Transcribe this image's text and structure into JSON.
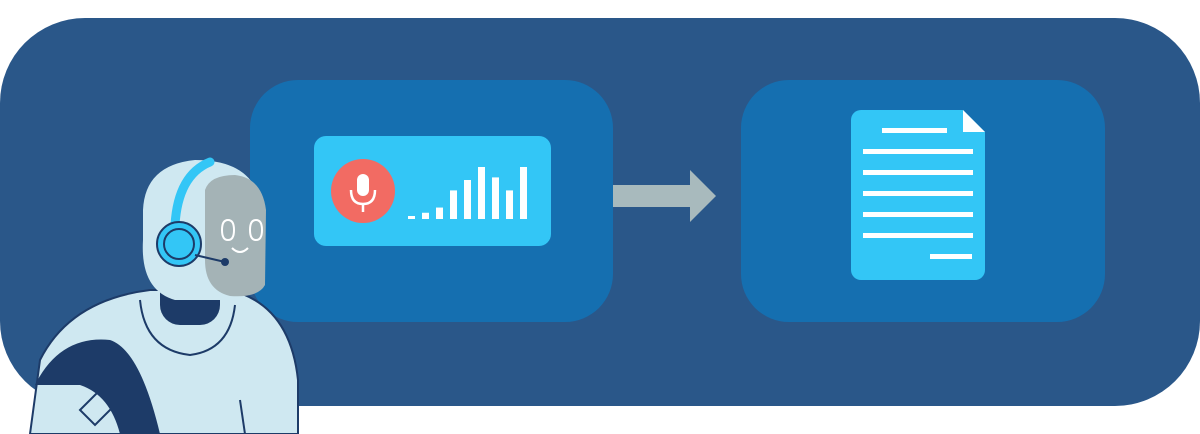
{
  "diagram": {
    "subject": "speech-to-text",
    "icons": [
      "robot-agent-icon",
      "headset-icon",
      "microphone-icon",
      "sound-wave-icon",
      "arrow-right-icon",
      "document-icon"
    ],
    "sound_levels": [
      0.05,
      0.12,
      0.22,
      0.55,
      0.75,
      1.0,
      0.8,
      0.55,
      1.0
    ],
    "document_lines": 7
  },
  "colors": {
    "background_panel": "#2a5789",
    "inner_panel": "#156fb0",
    "accent_light_blue": "#33c6f6",
    "mic_red": "#f26b63",
    "arrow_grey": "#a8babd",
    "robot_body": "#cfe8f1",
    "robot_dark": "#1d3b68",
    "face_grey": "#a4b3b6"
  }
}
